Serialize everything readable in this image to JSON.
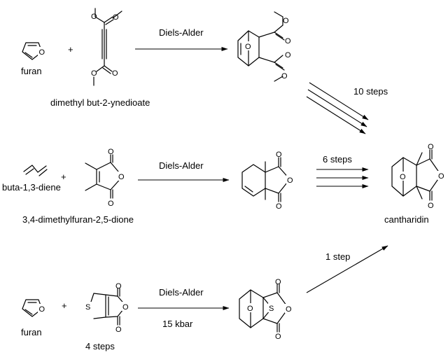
{
  "row1": {
    "reactant1_label": "furan",
    "plus": "+",
    "reactant2_label": "dimethyl but-2-ynedioate",
    "arrow_label": "Diels-Alder",
    "multi_arrow_label": "10 steps"
  },
  "row2": {
    "reactant1_label": "buta-1,3-diene",
    "plus": "+",
    "reactant2_label": "3,4-dimethylfuran-2,5-dione",
    "arrow_label": "Diels-Alder",
    "multi_arrow_label": "6 steps"
  },
  "row3": {
    "reactant1_label": "furan",
    "plus": "+",
    "reactant2_label": "4 steps",
    "arrow_label_top": "Diels-Alder",
    "arrow_label_bottom": "15 kbar",
    "step_arrow_label": "1 step"
  },
  "product_label": "cantharidin",
  "atoms": {
    "oxygen": "O",
    "sulfur": "S"
  }
}
